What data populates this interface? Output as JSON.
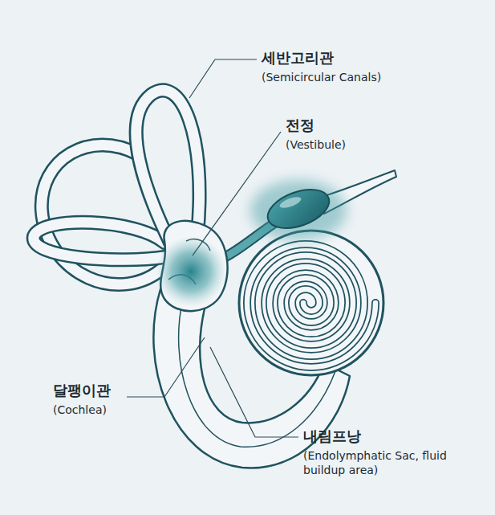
{
  "diagram": {
    "labels": [
      "세반고리관",
      "(Semicircular Canals)",
      "전정",
      "(Vestibule)",
      "달팽이관",
      "(Cochlea)",
      "내림프낭",
      "(Endolymphatic Sac, fluid buildup area)"
    ]
  }
}
